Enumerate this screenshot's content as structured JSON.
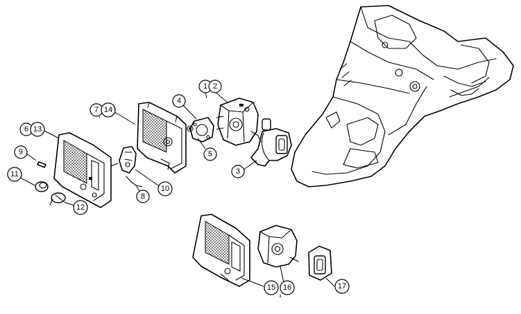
{
  "colors": {
    "line": "#000000",
    "background": "#ffffff"
  },
  "callouts": [
    {
      "id": "c1",
      "label": "1"
    },
    {
      "id": "c2",
      "label": "2"
    },
    {
      "id": "c3",
      "label": "3"
    },
    {
      "id": "c4",
      "label": "4"
    },
    {
      "id": "c5",
      "label": "5"
    },
    {
      "id": "c6",
      "label": "6"
    },
    {
      "id": "c7",
      "label": "7"
    },
    {
      "id": "c8",
      "label": "8"
    },
    {
      "id": "c9",
      "label": "9"
    },
    {
      "id": "c10",
      "label": "10"
    },
    {
      "id": "c11",
      "label": "11"
    },
    {
      "id": "c12",
      "label": "12"
    },
    {
      "id": "c13",
      "label": "13"
    },
    {
      "id": "c14",
      "label": "14"
    },
    {
      "id": "c15",
      "label": "15"
    },
    {
      "id": "c16",
      "label": "16"
    },
    {
      "id": "c17",
      "label": "17"
    }
  ]
}
